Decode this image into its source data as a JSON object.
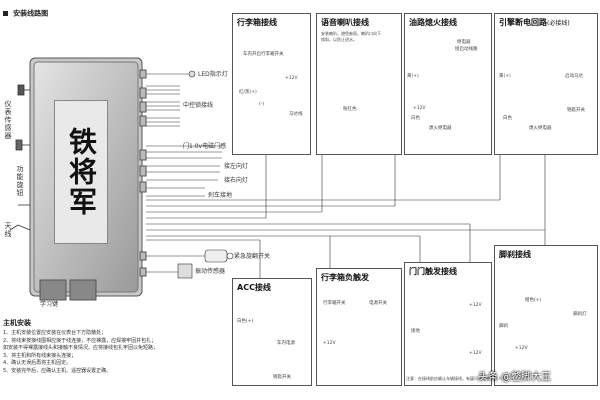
{
  "header": {
    "title": "安装线路图"
  },
  "unit": {
    "brand": "铁将军",
    "learn_key": "学习键"
  },
  "side_labels": {
    "sensor": "仪表传感器",
    "function": "功能旋钮",
    "antenna": "天线"
  },
  "left_wires": {
    "led": "LED指示灯",
    "central_lock": "中控锁接线",
    "door_trigger": "门1.0v电磁门感",
    "left_turn": "接左向灯",
    "right_turn": "接右向灯",
    "brake": "刹车接地",
    "siren": "紧急旋翻开关",
    "vibration": "振动传感器"
  },
  "panels": {
    "trunk": {
      "title": "行李箱接线",
      "lines": [
        "车内开启行李箱开关",
        "+12V",
        "红/黑(+)",
        "(-)",
        "马达线"
      ]
    },
    "speaker": {
      "title": "语音喇叭接线",
      "lines": [
        "安装喇叭，避免被雨，喇叭口向下",
        "倾斜，以防止进水。",
        "粉红色"
      ]
    },
    "fuel": {
      "title": "油路熄火接线",
      "lines": [
        "继电器",
        "接启动线路",
        "黄(+)",
        "+12V",
        "白色",
        "熄火继电器"
      ]
    },
    "engine": {
      "title": "引擎断电回路",
      "subtitle": "(必接线)",
      "lines": [
        "启动马达",
        "黄(+)",
        "白色",
        "熄火继电器",
        "钥匙开关"
      ]
    },
    "acc": {
      "title": "ACC接线",
      "lines": [
        "白色(+)",
        "车内电源",
        "钥匙开关"
      ]
    },
    "trunk_neg": {
      "title": "行李箱负触发",
      "lines": [
        "行李箱开关",
        "电源开关",
        "+12V"
      ]
    },
    "door_trig": {
      "title": "门门触发接线",
      "lines": [
        "+12V",
        "+12V",
        "接地"
      ]
    },
    "pedal": {
      "title": "脚刹接线",
      "lines": [
        "橙色(+)",
        "+12V",
        "脚刹",
        "脚刹灯"
      ]
    }
  },
  "notes": {
    "title": "主机安装",
    "lines": [
      "1、主机安装位置应安装在仪表台下方隐蔽处；",
      "2、将线束按接线图相应接于线连接，不应裸露，应焊接牢固并包扎；",
      "  如安装不得裸露接线头和接触不良情况。应将接线包扎牢固以免短路；",
      "3、将主机和所有线束接头连接；",
      "4、确认无误后再将主机固定。",
      "5、安装完毕后，应确认主机、遥控器设置正确。"
    ]
  },
  "footnote": "注意：在接线前应确认车辆接线，有疑问请咨询专业人员。",
  "watermark": "头条 @鳖脚大王"
}
